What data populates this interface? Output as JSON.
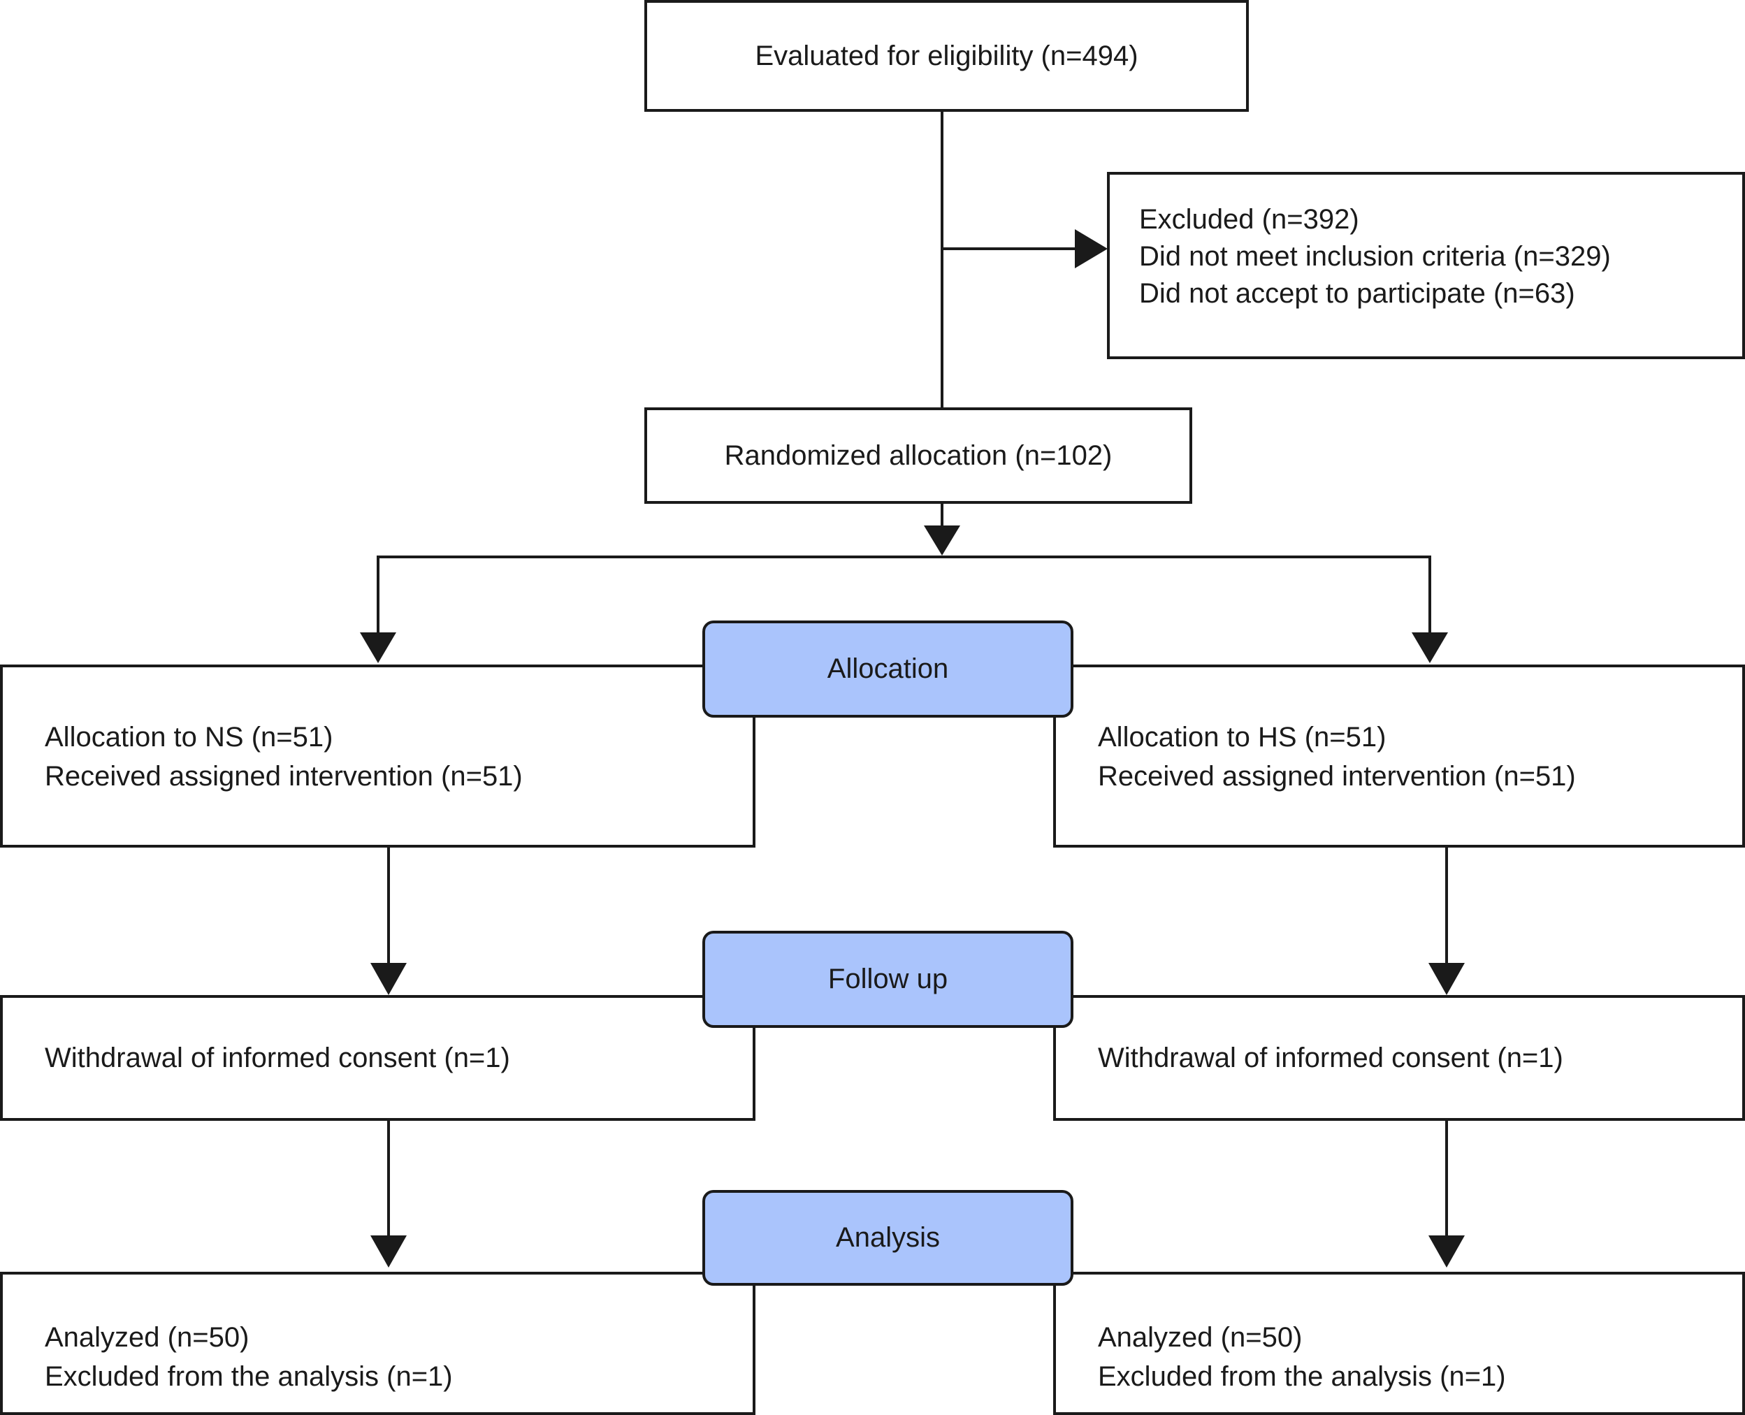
{
  "colors": {
    "stage_fill": "#aac4fc",
    "stroke": "#1a1a1a"
  },
  "eligibility": {
    "label": "Evaluated for eligibility (n=494)"
  },
  "excluded": {
    "title": "Excluded (n=392)",
    "line1": "Did not meet inclusion criteria (n=329)",
    "line2": "Did not accept to participate (n=63)"
  },
  "randomized": {
    "label": "Randomized allocation (n=102)"
  },
  "stages": {
    "allocation": "Allocation",
    "follow_up": "Follow up",
    "analysis": "Analysis"
  },
  "ns": {
    "allocation_title": "Allocation to NS (n=51)",
    "allocation_received": "Received assigned intervention (n=51)",
    "followup": "Withdrawal of informed consent (n=1)",
    "analyzed": "Analyzed (n=50)",
    "excluded_analysis": "Excluded from the analysis (n=1)"
  },
  "hs": {
    "allocation_title": "Allocation to HS (n=51)",
    "allocation_received": "Received assigned intervention (n=51)",
    "followup": "Withdrawal of informed consent (n=1)",
    "analyzed": "Analyzed (n=50)",
    "excluded_analysis": "Excluded from the analysis (n=1)"
  }
}
